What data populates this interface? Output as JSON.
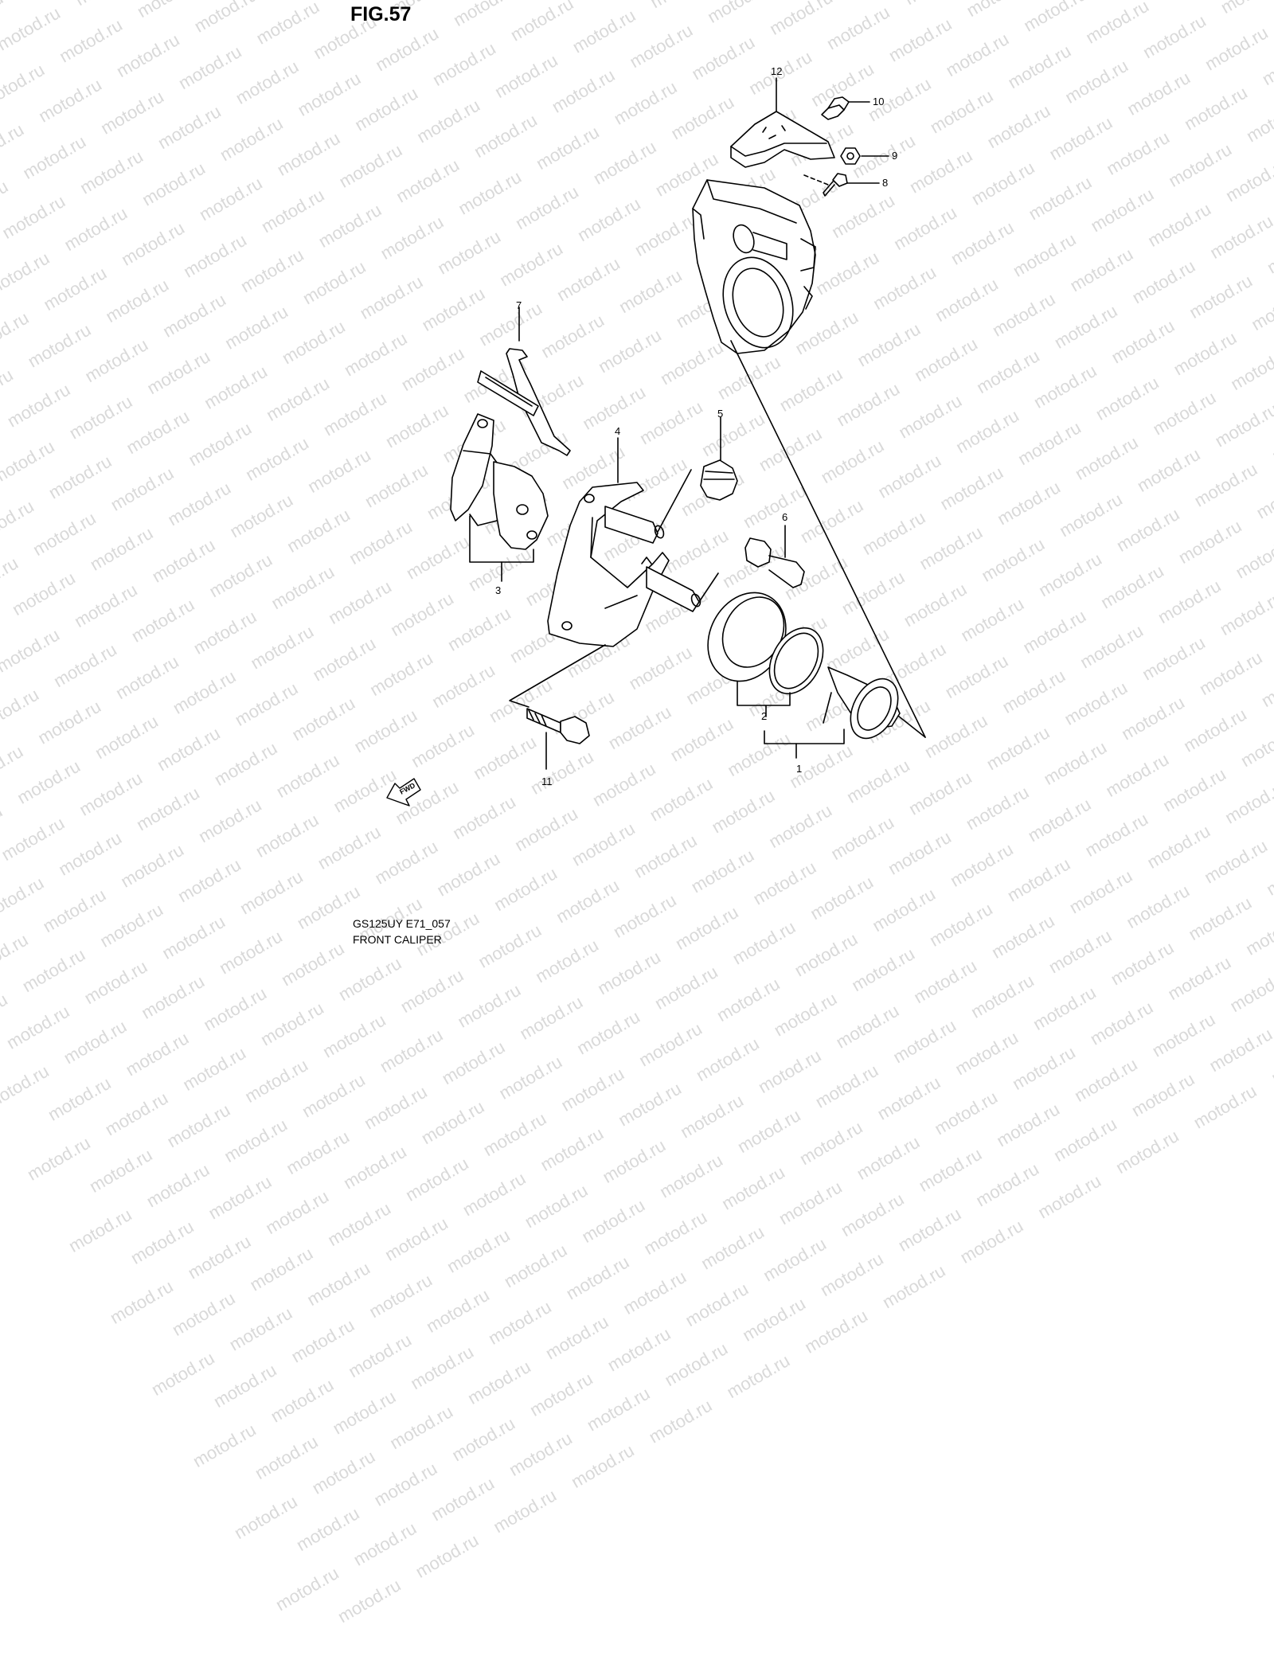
{
  "figure": {
    "title": "FIG.57"
  },
  "footer": {
    "model_code": "GS125UY E71_057",
    "assembly_name": "FRONT CALIPER"
  },
  "watermark": {
    "text": "motod.ru",
    "color": "#d9d9d9"
  },
  "direction_marker": {
    "label": "FWD"
  },
  "callouts": [
    "1",
    "2",
    "3",
    "4",
    "5",
    "6",
    "7",
    "8",
    "9",
    "10",
    "11",
    "12"
  ]
}
